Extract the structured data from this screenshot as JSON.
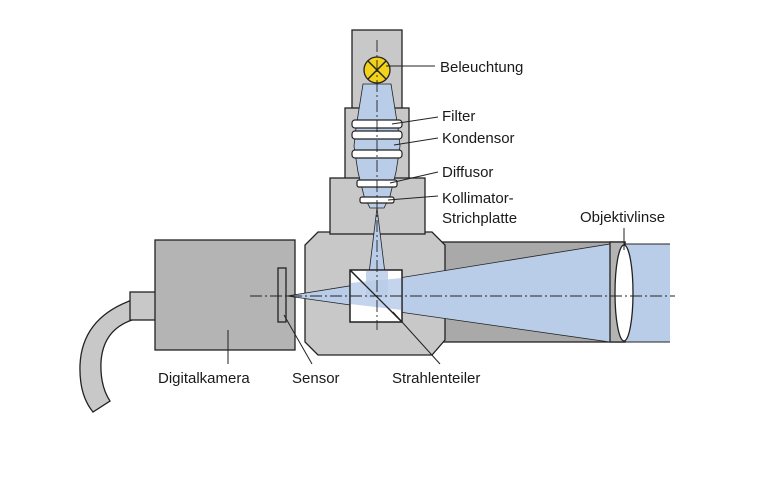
{
  "labels": {
    "beleuchtung": "Beleuchtung",
    "filter": "Filter",
    "kondensor": "Kondensor",
    "diffusor": "Diffusor",
    "kollimator_line1": "Kollimator-",
    "kollimator_line2": "Strichplatte",
    "objektivlinse": "Objektivlinse",
    "digitalkamera": "Digitalkamera",
    "sensor": "Sensor",
    "strahlenteiler": "Strahlenteiler"
  },
  "colors": {
    "housing": "#c8c8c8",
    "housing_dark": "#a9a9a9",
    "camera": "#b4b4b4",
    "light": "#b9cde9",
    "lamp": "#f2d21b",
    "outline": "#222222",
    "white": "#ffffff"
  }
}
